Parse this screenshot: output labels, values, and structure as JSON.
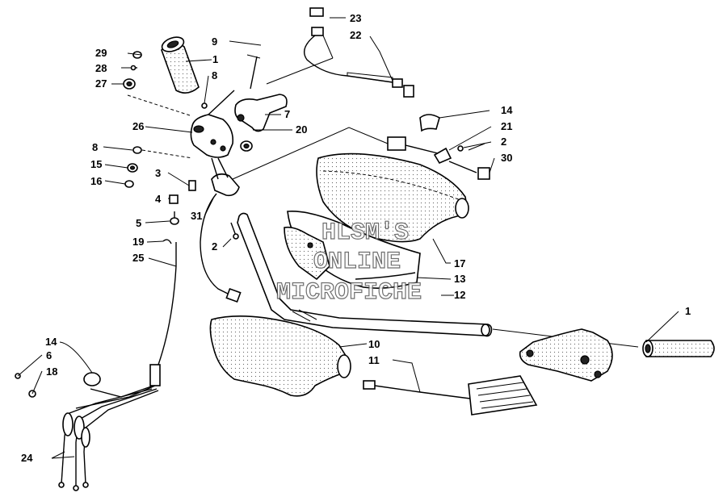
{
  "callouts": {
    "c1a": "1",
    "c1b": "1",
    "c2a": "2",
    "c2b": "2",
    "c3": "3",
    "c4": "4",
    "c5": "5",
    "c6": "6",
    "c7": "7",
    "c8a": "8",
    "c8b": "8",
    "c9": "9",
    "c10": "10",
    "c11": "11",
    "c12": "12",
    "c13": "13",
    "c14a": "14",
    "c14b": "14",
    "c15": "15",
    "c16": "16",
    "c17": "17",
    "c18": "18",
    "c19": "19",
    "c20": "20",
    "c21": "21",
    "c22": "22",
    "c23": "23",
    "c24": "24",
    "c25": "25",
    "c26": "26",
    "c27": "27",
    "c28": "28",
    "c29": "29",
    "c30": "30",
    "c31": "31"
  },
  "watermark": {
    "line1": "HLSM'S",
    "line2": "ONLINE",
    "line3": "MICROFICHE"
  }
}
